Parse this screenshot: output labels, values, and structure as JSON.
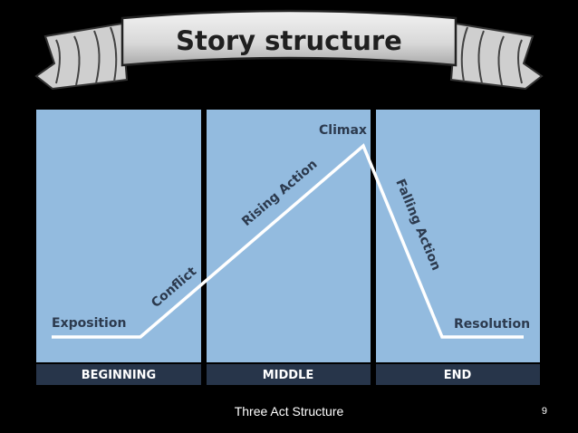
{
  "slide": {
    "title": "Story structure",
    "caption": "Three Act Structure",
    "page_number": "9"
  },
  "diagram": {
    "points": {
      "exposition": "Exposition",
      "conflict": "Conflict",
      "rising_action": "Rising Action",
      "climax": "Climax",
      "falling_action": "Falling Action",
      "resolution": "Resolution"
    },
    "acts": [
      "BEGINNING",
      "MIDDLE",
      "END"
    ]
  },
  "colors": {
    "background": "#000000",
    "panel": "#93bbdf",
    "band": "#27354a",
    "plot_line": "#ffffff",
    "label_text": "#2c3a4e",
    "banner": "#e6e6e6"
  }
}
